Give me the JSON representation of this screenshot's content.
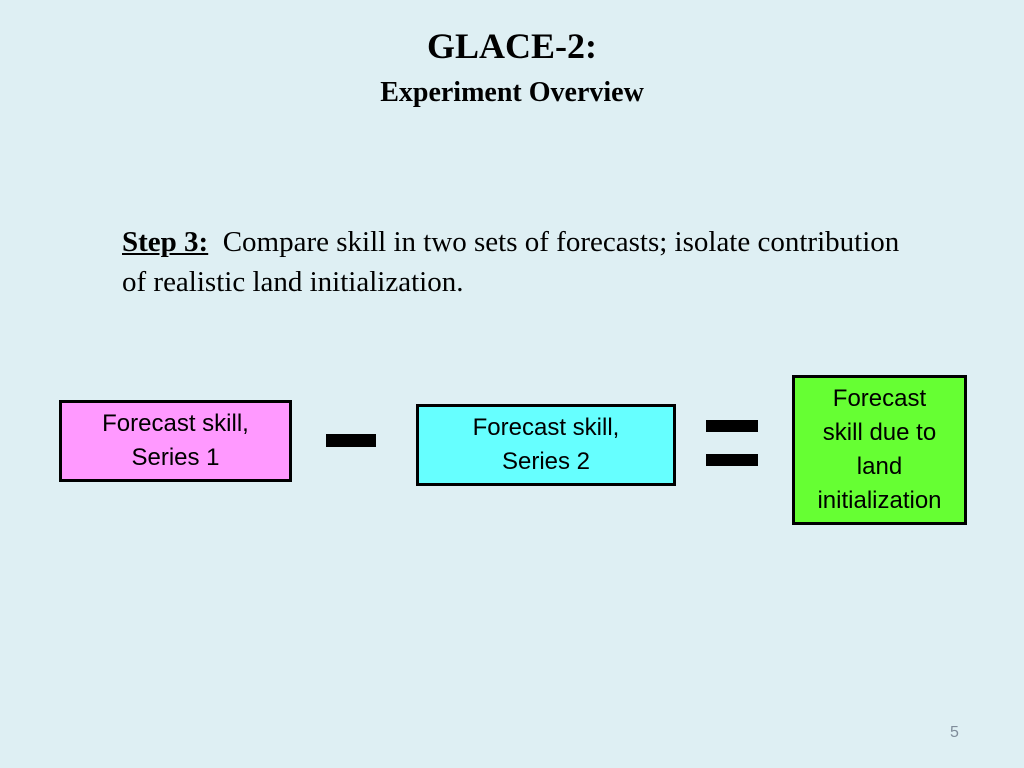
{
  "slide": {
    "title": "GLACE-2:",
    "subtitle": "Experiment Overview",
    "step": {
      "label": "Step 3:",
      "text": "Compare skill in two sets of forecasts; isolate contribution of realistic land initialization."
    },
    "diagram": {
      "boxes": [
        {
          "lines": [
            "Forecast skill,",
            "Series 1"
          ],
          "color": "#ff99ff"
        },
        {
          "lines": [
            "Forecast skill,",
            "Series 2"
          ],
          "color": "#66ffff"
        },
        {
          "lines": [
            "Forecast",
            "skill due to",
            "land",
            "initialization"
          ],
          "color": "#66ff33"
        }
      ],
      "operators": [
        "minus-sign-icon",
        "equals-sign-icon"
      ]
    },
    "page_number": "5",
    "background_color": "#deeff3"
  }
}
